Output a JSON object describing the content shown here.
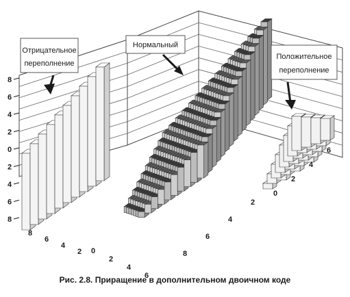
{
  "caption": "Рис. 2.8. Приращение в дополнительном двоичном коде",
  "chart_data": {
    "type": "bar3d",
    "regions": [
      {
        "name": "Отрицательное переполнение",
        "label_lines": [
          "Отрицательное",
          "переполнение"
        ]
      },
      {
        "name": "Нормальный",
        "label_lines": [
          "Нормальный"
        ]
      },
      {
        "name": "Положительное переполнение",
        "label_lines": [
          "Положительное",
          "переполнение"
        ]
      }
    ],
    "z_tick_labels": [
      "8",
      "6",
      "4",
      "2",
      "0",
      "2",
      "4",
      "6",
      "8"
    ],
    "left_axis_tick_labels": [
      "8",
      "6",
      "4",
      "2"
    ],
    "front_axis_tick_labels": [
      "0",
      "2",
      "4",
      "6"
    ],
    "right_axis_tick_labels": [
      "8",
      "6",
      "4",
      "2"
    ],
    "far_axis_tick_labels": [
      "0",
      "2",
      "4",
      "6"
    ],
    "colors": {
      "ink": "#1a1a1a",
      "light": "#f2f2f2",
      "mid": "#bdbdbd",
      "dark": "#3a3a3a"
    }
  }
}
